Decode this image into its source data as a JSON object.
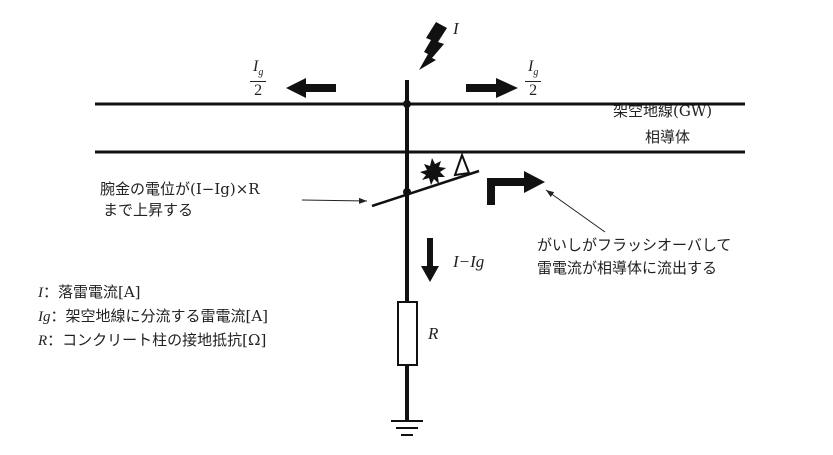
{
  "labels": {
    "lightning_current": "I",
    "split_left_num": "I",
    "split_left_sub": "g",
    "split_left_den": "2",
    "split_right_num": "I",
    "split_right_sub": "g",
    "split_right_den": "2",
    "ground_wire": "架空地線(GW)",
    "phase_conductor": "相導体",
    "crossarm_note_line1": "腕金の電位が(I−Ig)×R",
    "crossarm_note_line2": "まで上昇する",
    "flashover_note_line1": "がいしがフラッシオーバして",
    "flashover_note_line2": "雷電流が相導体に流出する",
    "pole_current": "I−Ig",
    "resistance": "R"
  },
  "legend": [
    {
      "symbol": "I",
      "text": "：落雷電流[A]"
    },
    {
      "symbol": "Ig",
      "text": "：架空地線に分流する雷電流[A]"
    },
    {
      "symbol": "R",
      "text": "：コンクリート柱の接地抵抗[Ω]"
    }
  ]
}
